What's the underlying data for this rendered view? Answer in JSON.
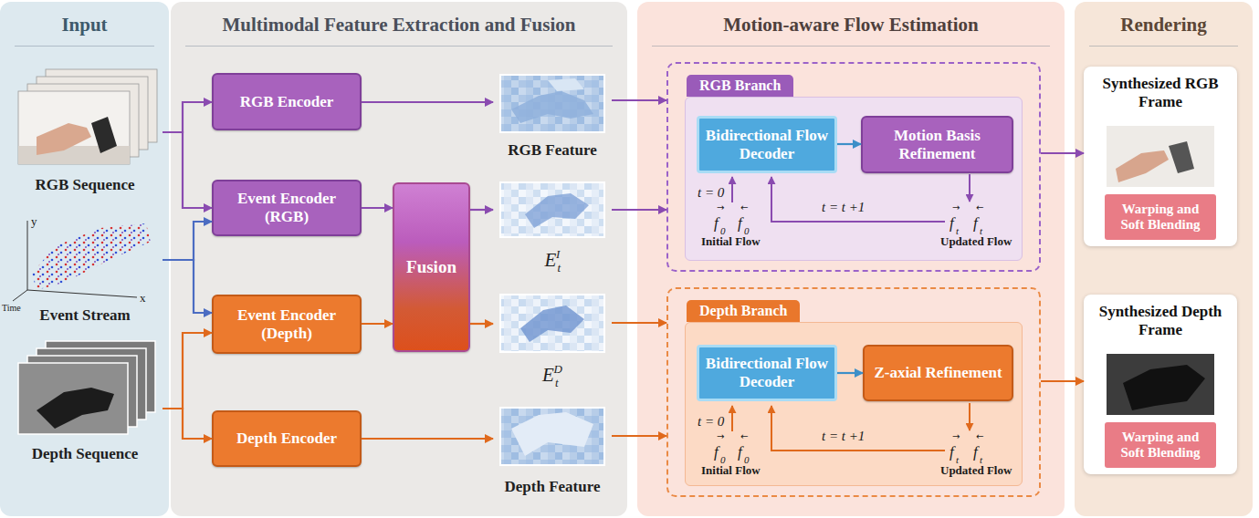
{
  "diagram": {
    "nodes": [
      {
        "text": [
          "Input"
        ]
      },
      {
        "text": [
          "Multimodal Feature Extraction and Fusion"
        ]
      },
      {
        "text": [
          "Motion-aware Flow Estimation"
        ]
      },
      {
        "text": [
          "Rendering"
        ]
      },
      {
        "text": [
          "RGB Sequence"
        ],
        "in": 0
      },
      {
        "text": [
          "Event Stream"
        ],
        "in": 0
      },
      {
        "text": [
          "Depth Sequence"
        ],
        "in": 0
      },
      {
        "text": [
          "RGB Encoder"
        ],
        "in": 1
      },
      {
        "text": [
          "Event Encoder (RGB)"
        ],
        "in": 1
      },
      {
        "text": [
          "Event Encoder (Depth)"
        ],
        "in": 1
      },
      {
        "text": [
          "Depth Encoder"
        ],
        "in": 1
      },
      {
        "text": [
          "Fusion"
        ],
        "in": 1
      },
      {
        "text": [
          "RGB Feature"
        ],
        "in": 1
      },
      {
        "text": [
          "E",
          "t",
          "I"
        ],
        "in": 1
      },
      {
        "text": [
          "E",
          "t",
          "D"
        ],
        "in": 1
      },
      {
        "text": [
          "Depth Feature"
        ],
        "in": 1
      },
      {
        "text": [
          "RGB Branch"
        ],
        "in": 2
      },
      {
        "text": [
          "Bidirectional Flow Decoder"
        ],
        "in": 16
      },
      {
        "text": [
          "Motion Basis Refinement"
        ],
        "in": 16
      },
      {
        "text": [
          "Depth Branch"
        ],
        "in": 2
      },
      {
        "text": [
          "Bidirectional Flow Decoder"
        ],
        "in": 19
      },
      {
        "text": [
          "Z-axial Refinement"
        ],
        "in": 19
      },
      {
        "text": [
          "Synthesized RGB Frame"
        ],
        "in": 3
      },
      {
        "text": [
          "Warping and Soft Blending"
        ],
        "in": 22
      },
      {
        "text": [
          "Synthesized Depth Frame"
        ],
        "in": 3
      },
      {
        "text": [
          "Warping and Soft Blending"
        ],
        "in": 24
      }
    ],
    "edges": [
      {
        "from": 4,
        "to": 7,
        "arrow": "to"
      },
      {
        "from": 4,
        "to": 8,
        "arrow": "to"
      },
      {
        "from": 5,
        "to": 8,
        "arrow": "to"
      },
      {
        "from": 5,
        "to": 9,
        "arrow": "to"
      },
      {
        "from": 6,
        "to": 9,
        "arrow": "to"
      },
      {
        "from": 6,
        "to": 10,
        "arrow": "to"
      },
      {
        "from": 7,
        "to": 12,
        "arrow": "to"
      },
      {
        "from": 8,
        "to": 11,
        "arrow": "to"
      },
      {
        "from": 9,
        "to": 11,
        "arrow": "to"
      },
      {
        "from": 11,
        "to": 13,
        "arrow": "to"
      },
      {
        "from": 11,
        "to": 14,
        "arrow": "to"
      },
      {
        "from": 10,
        "to": 15,
        "arrow": "to"
      },
      {
        "from": 12,
        "to": 16,
        "arrow": "to"
      },
      {
        "from": 13,
        "to": 16,
        "arrow": "to"
      },
      {
        "from": 14,
        "to": 19,
        "arrow": "to"
      },
      {
        "from": 15,
        "to": 19,
        "arrow": "to"
      },
      {
        "from": 17,
        "to": 18,
        "arrow": "to"
      },
      {
        "from": 20,
        "to": 21,
        "arrow": "to"
      },
      {
        "from": 16,
        "to": 22,
        "arrow": "to"
      },
      {
        "from": 19,
        "to": 24,
        "arrow": "to"
      }
    ],
    "labels": [
      "y",
      "x",
      "Time",
      "t = 0",
      "t = t +1",
      "f",
      "0",
      "→",
      "f",
      "0",
      "←",
      "Initial Flow",
      "f",
      "t",
      "→",
      "f",
      "t",
      "←",
      "Updated Flow",
      "t = 0",
      "t = t +1",
      "f",
      "0",
      "→",
      "f",
      "0",
      "←",
      "Initial Flow",
      "f",
      "t",
      "→",
      "f",
      "t",
      "←",
      "Updated Flow"
    ]
  }
}
